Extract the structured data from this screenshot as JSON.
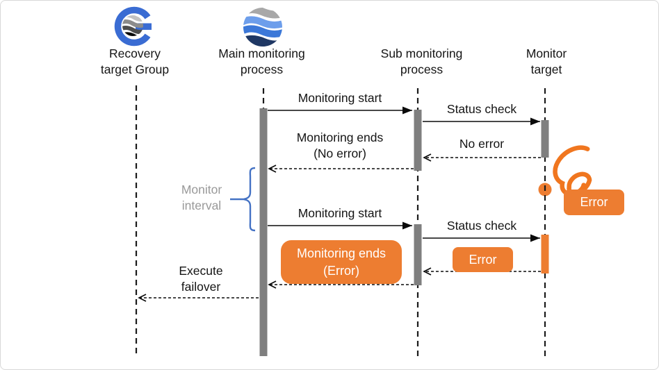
{
  "diagram": {
    "lifelines": [
      {
        "id": "recovery-target-group",
        "label": "Recovery\ntarget Group",
        "icon": "g-globe-waves-logo"
      },
      {
        "id": "main-monitoring-process",
        "label": "Main monitoring\nprocess",
        "icon": "wave-sphere-logo"
      },
      {
        "id": "sub-monitoring-process",
        "label": "Sub monitoring\nprocess"
      },
      {
        "id": "monitor-target",
        "label": "Monitor\ntarget"
      }
    ],
    "messages": [
      {
        "id": "monitoring-start-1",
        "label": "Monitoring start",
        "from": "main-monitoring-process",
        "to": "sub-monitoring-process",
        "style": "solid"
      },
      {
        "id": "status-check-1",
        "label": "Status check",
        "from": "sub-monitoring-process",
        "to": "monitor-target",
        "style": "solid"
      },
      {
        "id": "no-error",
        "label": "No error",
        "from": "monitor-target",
        "to": "sub-monitoring-process",
        "style": "dashed"
      },
      {
        "id": "monitoring-ends-no-error",
        "label": "Monitoring ends\n(No error)",
        "from": "sub-monitoring-process",
        "to": "main-monitoring-process",
        "style": "dashed"
      },
      {
        "id": "monitoring-start-2",
        "label": "Monitoring start",
        "from": "main-monitoring-process",
        "to": "sub-monitoring-process",
        "style": "solid"
      },
      {
        "id": "status-check-2",
        "label": "Status check",
        "from": "sub-monitoring-process",
        "to": "monitor-target",
        "style": "solid"
      },
      {
        "id": "error-return",
        "label": "Error",
        "from": "monitor-target",
        "to": "sub-monitoring-process",
        "style": "dashed"
      },
      {
        "id": "monitoring-ends-error",
        "label": "Monitoring ends\n(Error)",
        "from": "sub-monitoring-process",
        "to": "main-monitoring-process",
        "style": "dashed"
      },
      {
        "id": "execute-failover",
        "label": "Execute\nfailover",
        "from": "main-monitoring-process",
        "to": "recovery-target-group",
        "style": "dashed"
      }
    ],
    "annotations": {
      "monitor_interval": "Monitor\ninterval",
      "error_event_badge": "Error"
    },
    "icons": {
      "recovery_logo": "g-globe-waves-logo",
      "main_logo": "wave-sphere-logo",
      "failure_spring": "error-spring-coil-icon",
      "failure_dot": "error-point-dot"
    },
    "colors": {
      "error_orange": "#ED7D31",
      "spring_orange": "#F0761F",
      "activation_gray": "#7F7F7F",
      "brace_blue": "#4472C4",
      "interval_text_gray": "#999999",
      "logo_blue": "#3A6CD3",
      "logo_navy": "#1F3864"
    }
  }
}
